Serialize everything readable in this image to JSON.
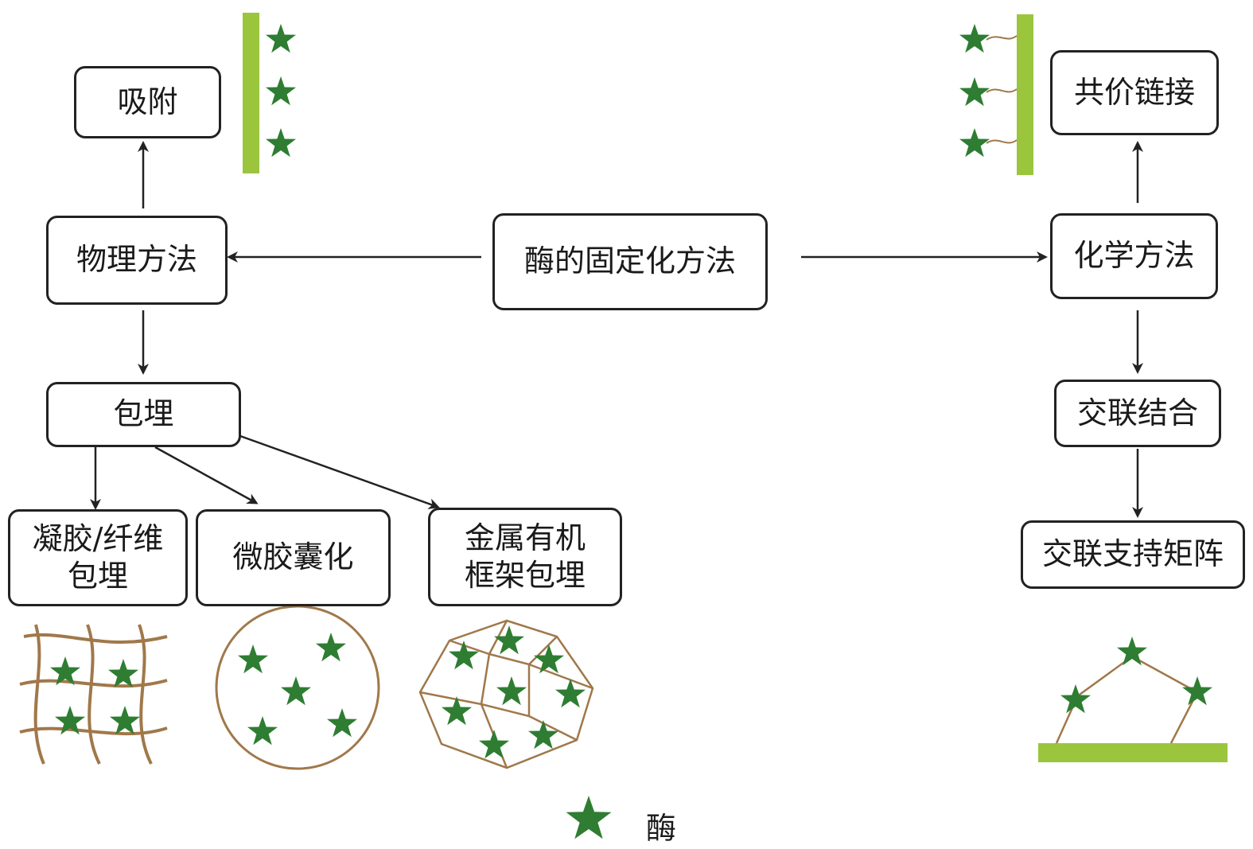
{
  "diagram": {
    "root": "酶的固定化方法",
    "physical": "物理方法",
    "adsorption": "吸附",
    "embedding": "包埋",
    "gel_line1": "凝胶/纤维",
    "gel_line2": "包埋",
    "microcapsule": "微胶囊化",
    "mof_line1": "金属有机",
    "mof_line2": "框架包埋",
    "chemical": "化学方法",
    "covalent": "共价链接",
    "crosslink": "交联结合",
    "crosslink_matrix": "交联支持矩阵"
  },
  "legend": {
    "label": "酶",
    "icon": "green-star-icon"
  },
  "colors": {
    "enzyme_star": "#2e7d32",
    "support_bar": "#9bc53d",
    "matrix_brown": "#a0784a",
    "outline": "#222222"
  }
}
